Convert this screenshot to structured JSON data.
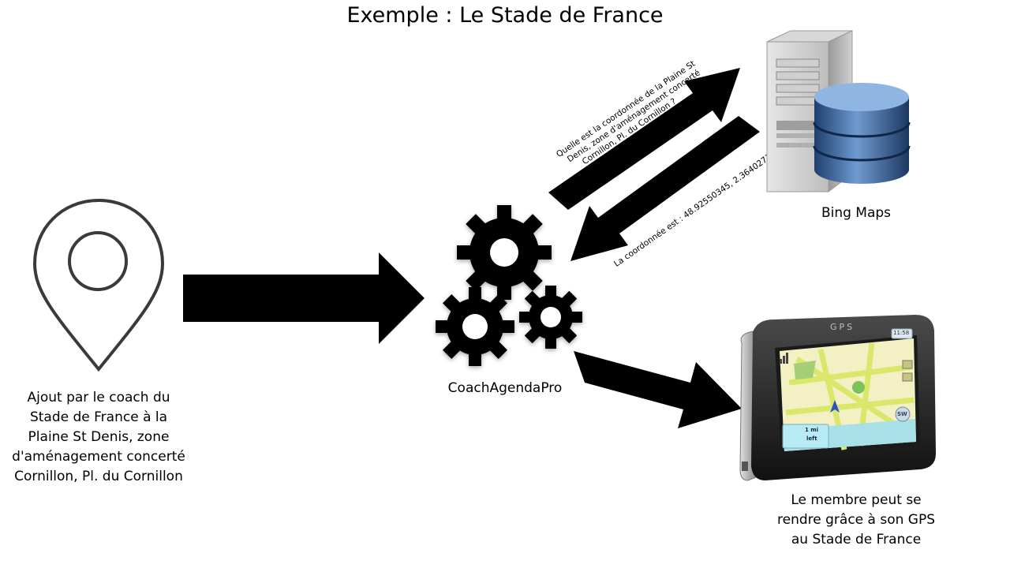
{
  "title": "Exemple : Le Stade de France",
  "nodes": {
    "location": {
      "icon": "map-pin-icon",
      "caption_lines": [
        "Ajout par le coach du",
        "Stade de France à la",
        "Plaine St Denis, zone",
        "d'aménagement concerté",
        "Cornillon, Pl. du Cornillon"
      ]
    },
    "engine": {
      "icon": "gears-icon",
      "label": "CoachAgendaPro"
    },
    "server": {
      "icon": "server-database-icon",
      "label": "Bing Maps"
    },
    "gps": {
      "icon": "gps-device-icon",
      "device_label": "GPS",
      "clock": "11:58",
      "direction_distance": "1 mi",
      "direction_turn": "left",
      "compass": "SW",
      "caption_lines": [
        "Le membre peut se",
        "rendre grâce à son GPS",
        "au Stade de France"
      ]
    }
  },
  "messages": {
    "request_lines": [
      "Quelle est la coordonnée de la Plaine St",
      "Denis, zone d'aménagement concerté",
      "Cornillon, Pl. du Cornillon ?"
    ],
    "response": "La coordonnée est : 48.92550345, 2.36402735"
  },
  "colors": {
    "arrow": "#000000",
    "db_blue": "#3f6fa8",
    "gps_body": "#2b2b2b",
    "map_bg": "#f3f0c4",
    "map_road": "#d9e86a",
    "water": "#a8e0e8"
  }
}
